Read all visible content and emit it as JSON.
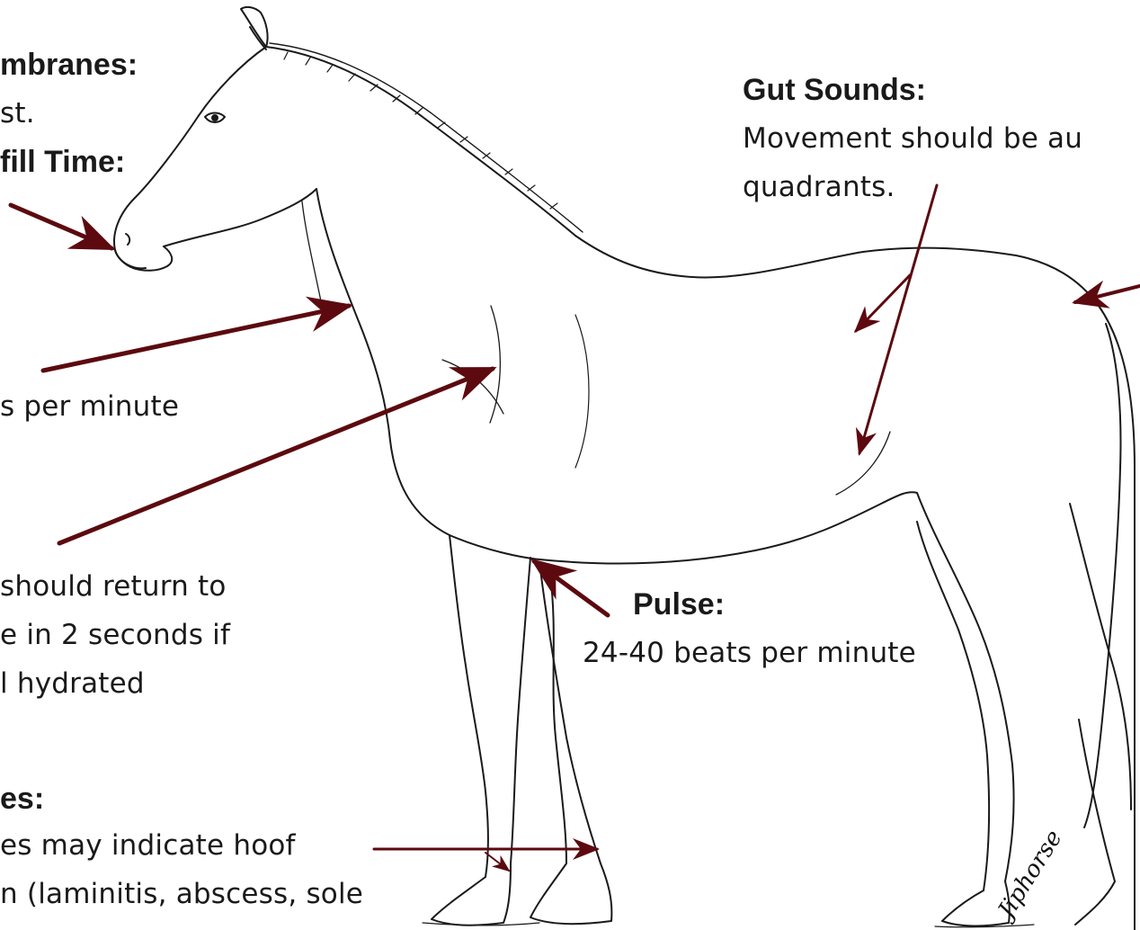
{
  "annotations": {
    "membranes_title": "mbranes:",
    "membranes_text": "st.",
    "refill_title": "fill Time:",
    "respiration_text": "s per minute",
    "skin_line1": "should return to",
    "skin_line2": "e in 2 seconds if",
    "skin_line3": "l hydrated",
    "hooves_title": "es:",
    "hooves_line1": "es may indicate hoof",
    "hooves_line2": "n (laminitis, abscess, sole",
    "gut_title": "Gut Sounds:",
    "gut_line1": "Movement should be au",
    "gut_line2": "quadrants.",
    "pulse_title": "Pulse:",
    "pulse_text": "24-40 beats per minute"
  },
  "signature": "Jiphorse",
  "colors": {
    "arrow": "#5c0a0f",
    "line": "#1a1a1a",
    "text": "#1a1a1a"
  }
}
